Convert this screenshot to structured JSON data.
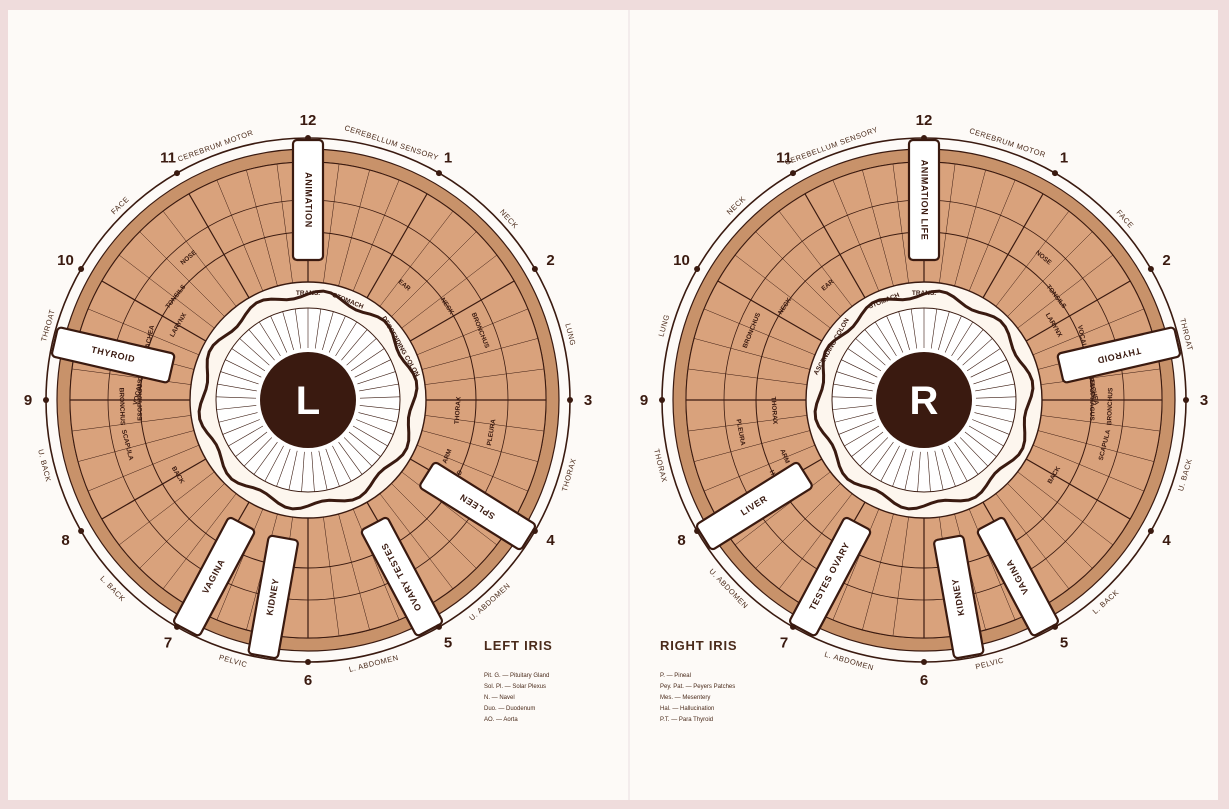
{
  "colors": {
    "ring": "#c8926a",
    "fill": "#d9a27c",
    "ink": "#3a1a10",
    "light": "#fdf6ee",
    "page": "#fdfaf7"
  },
  "left_iris": {
    "title": "LEFT IRIS",
    "pupil_letter": "L",
    "clock_numbers": [
      {
        "n": "12",
        "angle": 0
      },
      {
        "n": "1",
        "angle": 30
      },
      {
        "n": "2",
        "angle": 60
      },
      {
        "n": "3",
        "angle": 90
      },
      {
        "n": "4",
        "angle": 120
      },
      {
        "n": "5",
        "angle": 150
      },
      {
        "n": "6",
        "angle": 180
      },
      {
        "n": "7",
        "angle": 210
      },
      {
        "n": "8",
        "angle": 240
      },
      {
        "n": "9",
        "angle": 270
      },
      {
        "n": "10",
        "angle": 300
      },
      {
        "n": "11",
        "angle": 330
      }
    ],
    "outer_labels": [
      {
        "t": "CEREBRUM MOTOR",
        "angle": -20
      },
      {
        "t": "CEREBELLUM SENSORY",
        "angle": 18
      },
      {
        "t": "NECK",
        "angle": 48
      },
      {
        "t": "LUNG",
        "angle": 76
      },
      {
        "t": "THORAX",
        "angle": 106
      },
      {
        "t": "U. ABDOMEN",
        "angle": 138
      },
      {
        "t": "L. ABDOMEN",
        "angle": 166
      },
      {
        "t": "PELVIC",
        "angle": 196
      },
      {
        "t": "L. BACK",
        "angle": 226
      },
      {
        "t": "U. BACK",
        "angle": 256
      },
      {
        "t": "THROAT",
        "angle": 286
      },
      {
        "t": "FACE",
        "angle": 316
      }
    ],
    "zone_labels": [
      {
        "t": "EAR",
        "angle": 40
      },
      {
        "t": "NECK",
        "angle": 56
      },
      {
        "t": "BRONCHUS",
        "angle": 68
      },
      {
        "t": "ARM",
        "angle": 112
      },
      {
        "t": "HAND",
        "angle": 118
      },
      {
        "t": "PLEURA",
        "angle": 100
      },
      {
        "t": "THORAX",
        "angle": 94
      },
      {
        "t": "ESOPHAGUS",
        "angle": 270
      },
      {
        "t": "SCAPULA",
        "angle": 256
      },
      {
        "t": "BACK",
        "angle": 240
      },
      {
        "t": "VOCAL CORDS TRACHEA",
        "angle": 282
      },
      {
        "t": "BRONCHUS",
        "angle": 268
      },
      {
        "t": "LARYNX",
        "angle": 300
      },
      {
        "t": "TONSILS",
        "angle": 308
      },
      {
        "t": "NOSE",
        "angle": 320
      }
    ],
    "banners": [
      {
        "t": "ANIMATION",
        "angle": 0
      },
      {
        "t": "THYROID",
        "angle": 283
      },
      {
        "t": "SPLEEN",
        "angle": 122
      },
      {
        "t": "OVARY TESTES",
        "angle": 152
      },
      {
        "t": "KIDNEY",
        "angle": 190
      },
      {
        "t": "VAGINA",
        "angle": 208
      }
    ],
    "inner_labels": [
      "TRANS.",
      "STOMACH",
      "DESCENDING COLON"
    ],
    "legend": [
      "Pit. G. — Pituitary Gland",
      "Sol. Pl. — Solar Plexus",
      "N. — Navel",
      "Duo. — Duodenum",
      "AO. — Aorta"
    ]
  },
  "right_iris": {
    "title": "RIGHT IRIS",
    "pupil_letter": "R",
    "clock_numbers": [
      {
        "n": "12",
        "angle": 0
      },
      {
        "n": "1",
        "angle": 30
      },
      {
        "n": "2",
        "angle": 60
      },
      {
        "n": "3",
        "angle": 90
      },
      {
        "n": "4",
        "angle": 120
      },
      {
        "n": "5",
        "angle": 150
      },
      {
        "n": "6",
        "angle": 180
      },
      {
        "n": "7",
        "angle": 210
      },
      {
        "n": "8",
        "angle": 240
      },
      {
        "n": "9",
        "angle": 270
      },
      {
        "n": "10",
        "angle": 300
      },
      {
        "n": "11",
        "angle": 330
      }
    ],
    "outer_labels": [
      {
        "t": "CEREBELLUM SENSORY",
        "angle": -20
      },
      {
        "t": "CEREBRUM MOTOR",
        "angle": 18
      },
      {
        "t": "FACE",
        "angle": 48
      },
      {
        "t": "THROAT",
        "angle": 76
      },
      {
        "t": "U. BACK",
        "angle": 106
      },
      {
        "t": "L. BACK",
        "angle": 138
      },
      {
        "t": "PELVIC",
        "angle": 166
      },
      {
        "t": "L. ABDOMEN",
        "angle": 196
      },
      {
        "t": "U. ABDOMEN",
        "angle": 226
      },
      {
        "t": "THORAX",
        "angle": 256
      },
      {
        "t": "LUNG",
        "angle": 286
      },
      {
        "t": "NECK",
        "angle": 316
      }
    ],
    "zone_labels": [
      {
        "t": "EAR",
        "angle": 320
      },
      {
        "t": "NECK",
        "angle": 304
      },
      {
        "t": "BRONCHUS",
        "angle": 292
      },
      {
        "t": "ARM",
        "angle": 248
      },
      {
        "t": "HAND",
        "angle": 242
      },
      {
        "t": "PLEURA",
        "angle": 260
      },
      {
        "t": "THORAX",
        "angle": 266
      },
      {
        "t": "ESOPHAGUS",
        "angle": 90
      },
      {
        "t": "SCAPULA",
        "angle": 104
      },
      {
        "t": "BACK",
        "angle": 120
      },
      {
        "t": "VOCAL CORDS TRACHEA",
        "angle": 78
      },
      {
        "t": "BRONCHUS",
        "angle": 92
      },
      {
        "t": "LARYNX",
        "angle": 60
      },
      {
        "t": "TONSILS",
        "angle": 52
      },
      {
        "t": "NOSE",
        "angle": 40
      }
    ],
    "banners": [
      {
        "t": "ANIMATION LIFE",
        "angle": 0
      },
      {
        "t": "THYROID",
        "angle": 77
      },
      {
        "t": "LIVER",
        "angle": 238
      },
      {
        "t": "TESTES OVARY",
        "angle": 208
      },
      {
        "t": "KIDNEY",
        "angle": 170
      },
      {
        "t": "VAGINA",
        "angle": 152
      }
    ],
    "inner_labels": [
      "TRANS.",
      "STOMACH",
      "ASCENDING COLON"
    ],
    "legend": [
      "P. — Pineal",
      "Pey. Pat. — Peyers Patches",
      "Mes. — Mesentery",
      "Hal. — Hallucination",
      "P.T. — Para Thyroid"
    ]
  }
}
